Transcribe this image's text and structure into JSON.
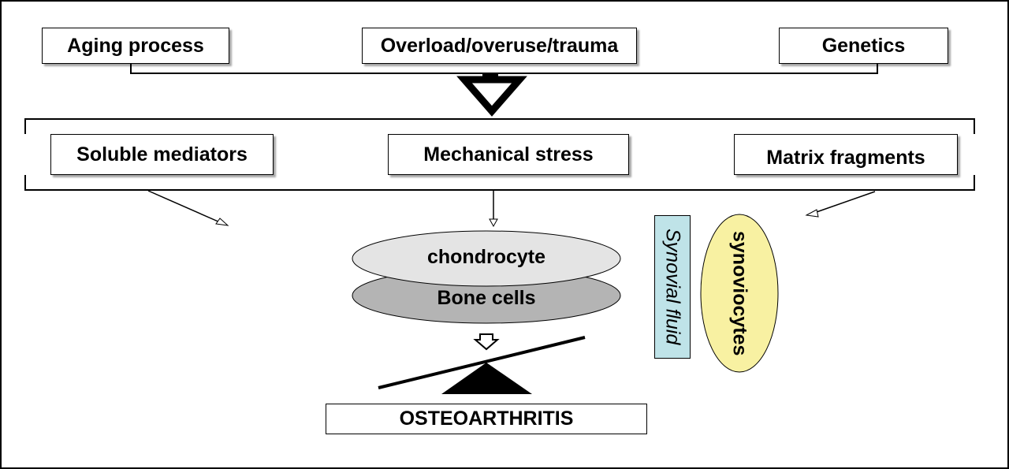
{
  "causes": {
    "aging": "Aging process",
    "overload": "Overload/overuse/trauma",
    "genetics": "Genetics"
  },
  "mediators": {
    "soluble": "Soluble mediators",
    "mechanical": "Mechanical stress",
    "matrix": "Matrix fragments"
  },
  "cells": {
    "chondrocyte": "chondrocyte",
    "bone": "Bone cells"
  },
  "synovial_fluid": "Synovial fluid",
  "synoviocytes": "synoviocytes",
  "outcome": "OSTEOARTHRITIS",
  "colors": {
    "chondrocyte_fill": "#e4e4e4",
    "bone_fill": "#b4b4b4",
    "synovial_fill": "#bfe3e8",
    "synoviocytes_fill": "#f8f1a2"
  }
}
